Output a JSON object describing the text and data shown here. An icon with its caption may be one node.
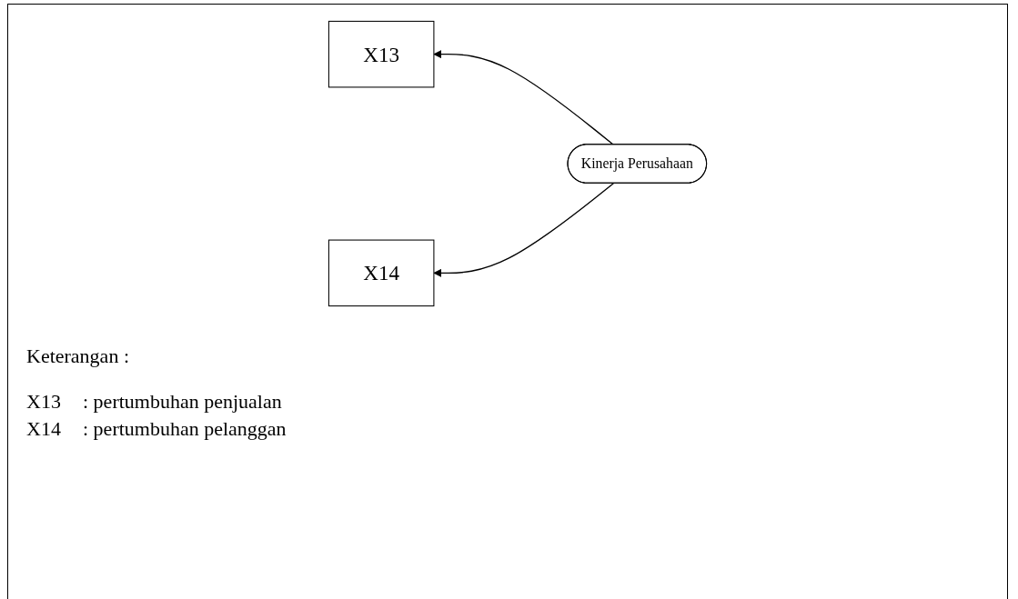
{
  "diagram": {
    "nodes": [
      {
        "text": [
          "X13"
        ]
      },
      {
        "text": [
          "X14"
        ]
      },
      {
        "text": [
          "Kinerja Perusahaan"
        ]
      }
    ],
    "edges": [
      {
        "from": 2,
        "to": 0,
        "arrow": "to"
      },
      {
        "from": 2,
        "to": 1,
        "arrow": "to"
      }
    ],
    "labels": [
      "Keterangan :",
      "X13",
      ": pertumbuhan penjualan",
      "X14",
      ": pertumbuhan pelanggan"
    ]
  }
}
